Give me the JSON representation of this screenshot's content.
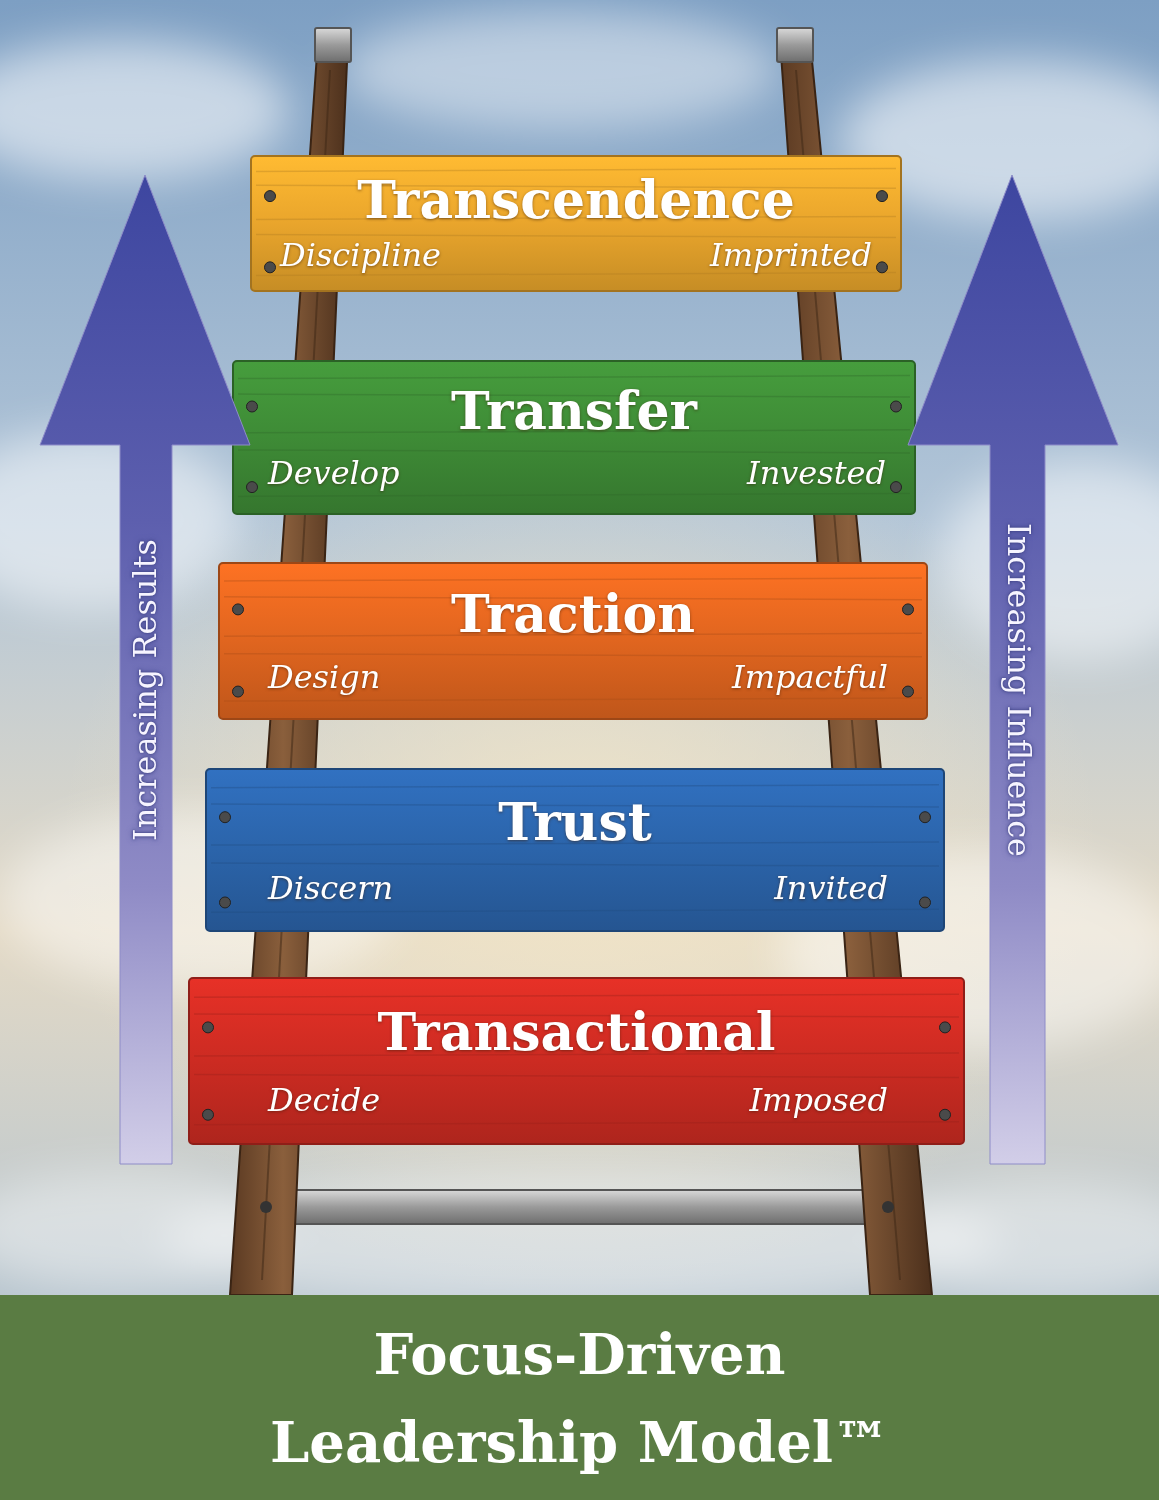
{
  "diagram": {
    "title": "Focus-Driven Leadership Model™",
    "nodes": [
      {
        "text": [
          "Transcendence",
          "Discipline",
          "Imprinted"
        ]
      },
      {
        "text": [
          "Transfer",
          "Develop",
          "Invested"
        ]
      },
      {
        "text": [
          "Traction",
          "Design",
          "Impactful"
        ]
      },
      {
        "text": [
          "Trust",
          "Discern",
          "Invited"
        ]
      },
      {
        "text": [
          "Transactional",
          "Decide",
          "Imposed"
        ]
      },
      {
        "text": [
          "Increasing Results"
        ]
      },
      {
        "text": [
          "Increasing Influence"
        ]
      }
    ]
  }
}
